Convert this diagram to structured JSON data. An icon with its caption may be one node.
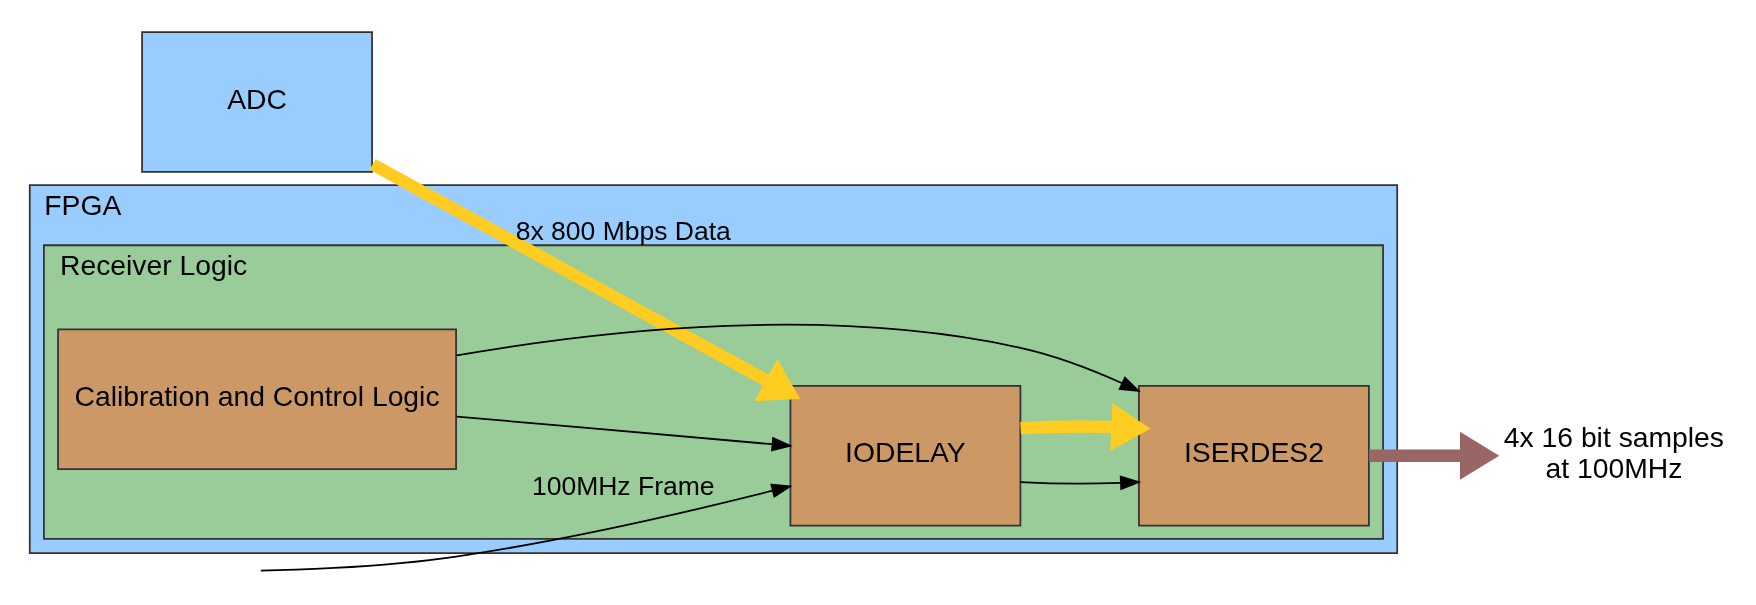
{
  "diagram": {
    "nodes": [
      {
        "text": [
          "ADC"
        ]
      },
      {
        "text": [
          "FPGA"
        ]
      },
      {
        "text": [
          "Receiver Logic"
        ],
        "in": 1
      },
      {
        "text": [
          "Calibration and Control Logic"
        ],
        "in": 2
      },
      {
        "text": [
          "IODELAY"
        ],
        "in": 2
      },
      {
        "text": [
          "ISERDES2"
        ],
        "in": 2
      },
      {
        "text": [
          "4x 16 bit samples at 100MHz"
        ]
      }
    ],
    "edges": [
      {
        "from": 0,
        "to": 4,
        "arrow": "to",
        "label": "8x 800 Mbps Data",
        "style": "thick",
        "color": "#ffcc22"
      },
      {
        "from": null,
        "to": 4,
        "arrow": "to",
        "label": "100MHz Frame"
      },
      {
        "from": 3,
        "to": 4,
        "arrow": "to"
      },
      {
        "from": 3,
        "to": 5,
        "arrow": "to"
      },
      {
        "from": 4,
        "to": 5,
        "arrow": "to"
      },
      {
        "from": 4,
        "to": 5,
        "arrow": "to",
        "style": "thick",
        "color": "#ffcc22"
      },
      {
        "from": 5,
        "to": 6,
        "arrow": "to",
        "style": "thick",
        "color": "#996666"
      }
    ]
  }
}
